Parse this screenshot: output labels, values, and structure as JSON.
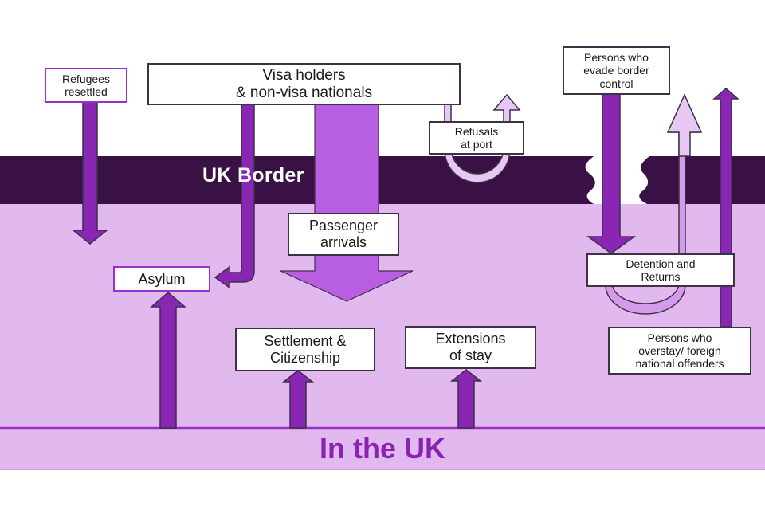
{
  "diagram": {
    "title": "UK immigration flows across the border",
    "colors": {
      "border_band": "#3a1145",
      "in_uk_area": "#e2b9ef",
      "arrow_dark": "#8a26b4",
      "arrow_mid": "#b85ee0",
      "arrow_light": "#e7c8f4",
      "arrow_lilac": "#d59ae9",
      "outline": "#3d3049",
      "in_uk_text": "#8a22b4",
      "border_text": "#ffffff"
    },
    "regions": {
      "border": "UK Border",
      "in_uk": "In the UK"
    },
    "nodes": {
      "refugees": [
        "Refugees",
        "resettled"
      ],
      "visa": [
        "Visa holders",
        "& non-visa nationals"
      ],
      "refusals": [
        "Refusals",
        "at port"
      ],
      "evade": [
        "Persons who",
        "evade border",
        "control"
      ],
      "passenger": [
        "Passenger",
        "arrivals"
      ],
      "asylum": [
        "Asylum"
      ],
      "detention": [
        "Detention and",
        "Returns"
      ],
      "settlement": [
        "Settlement &",
        "Citizenship"
      ],
      "extensions": [
        "Extensions",
        "of stay"
      ],
      "overstay": [
        "Persons who",
        "overstay/ foreign",
        "national offenders"
      ]
    },
    "edges": [
      {
        "from": "Refugees resettled",
        "to": "In the UK",
        "style": "dark"
      },
      {
        "from": "Visa holders & non-visa nationals",
        "to": "Asylum",
        "style": "dark"
      },
      {
        "from": "Visa holders & non-visa nationals",
        "to": "Passenger arrivals",
        "style": "mid"
      },
      {
        "from": "Visa holders & non-visa nationals",
        "to": "Refusals at port",
        "style": "light"
      },
      {
        "from": "Refusals at port",
        "to": "Outside the UK",
        "style": "light"
      },
      {
        "from": "Persons who evade border control",
        "to": "Detention and Returns",
        "style": "dark"
      },
      {
        "from": "Detention and Returns",
        "to": "Outside the UK",
        "style": "light"
      },
      {
        "from": "Persons who overstay/ foreign national offenders",
        "to": "Outside the UK",
        "style": "dark"
      },
      {
        "from": "In the UK",
        "to": "Asylum",
        "style": "dark"
      },
      {
        "from": "In the UK",
        "to": "Settlement & Citizenship",
        "style": "dark"
      },
      {
        "from": "In the UK",
        "to": "Extensions of stay",
        "style": "dark"
      }
    ]
  }
}
